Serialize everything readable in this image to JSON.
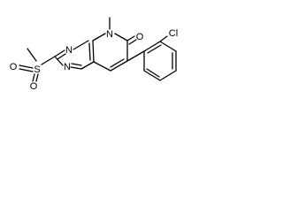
{
  "structure": {
    "atoms": {
      "n1": "N",
      "n2": "N",
      "n3": "N",
      "o_carbonyl": "O",
      "s": "S",
      "o_sulfonyl_a": "O",
      "o_sulfonyl_b": "O",
      "cl": "Cl"
    }
  }
}
